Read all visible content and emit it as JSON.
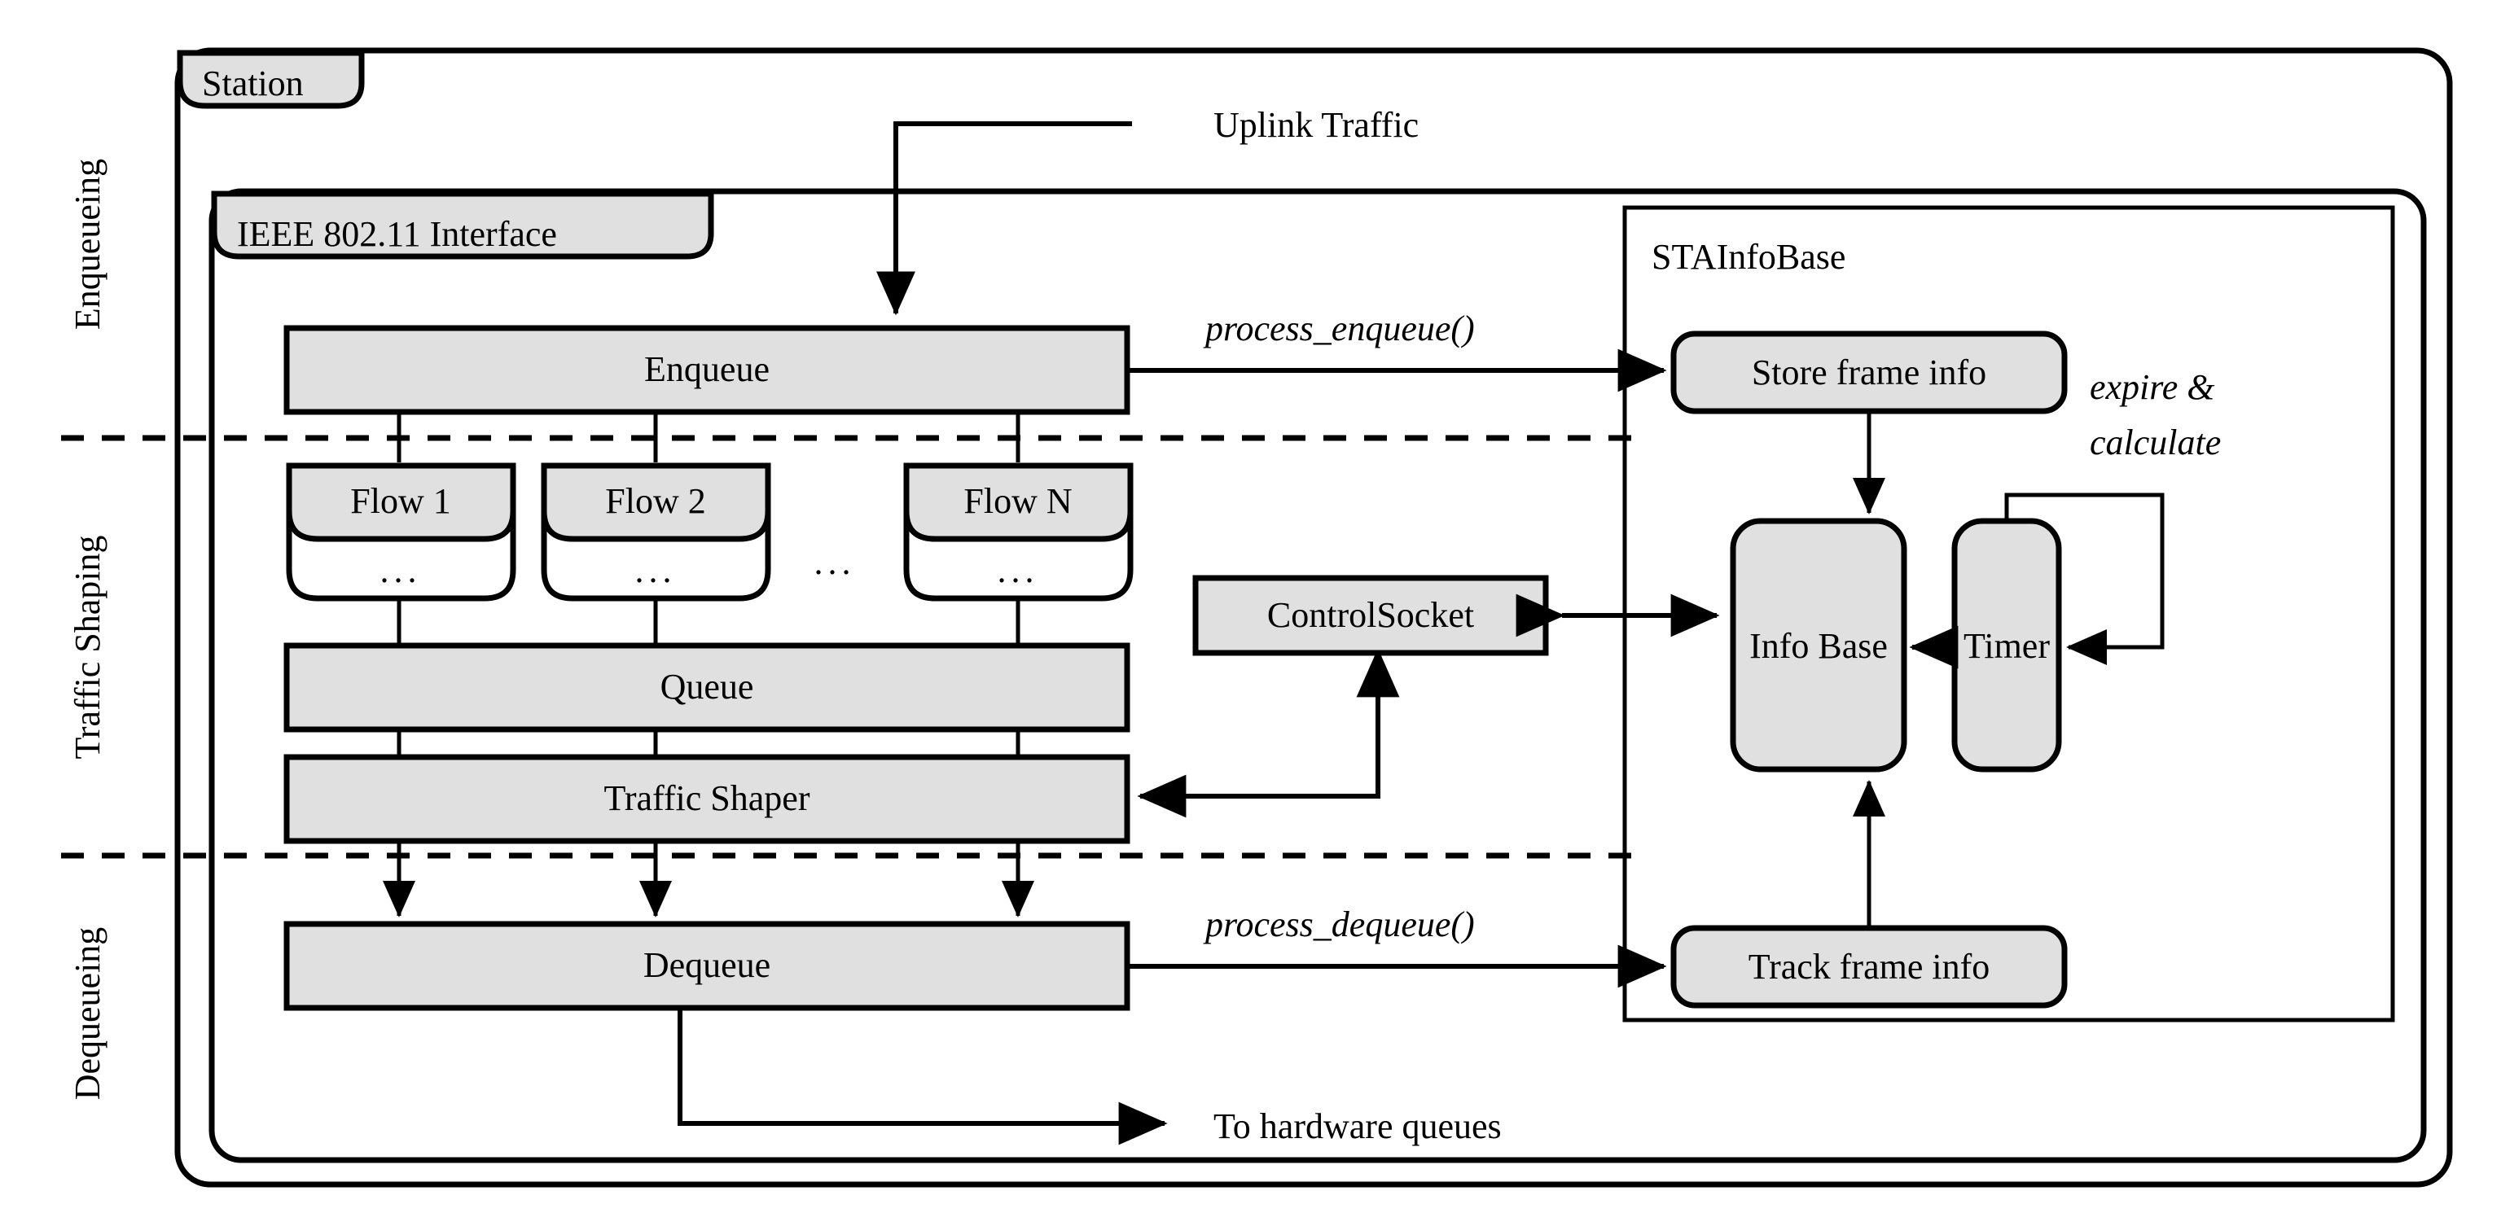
{
  "diagram": {
    "title_labels": {
      "station": "Station",
      "interface": "IEEE 802.11 Interface",
      "stainfobase": "STAInfoBase"
    },
    "stage_labels": [
      {
        "id": "enqueueing",
        "text": "Enqueueing"
      },
      {
        "id": "traffic-shaping",
        "text": "Traffic Shaping"
      },
      {
        "id": "dequeueing",
        "text": "Dequeueing"
      }
    ],
    "pipeline_blocks": [
      {
        "id": "enqueue",
        "label": "Enqueue"
      },
      {
        "id": "queue",
        "label": "Queue"
      },
      {
        "id": "traffic-shaper",
        "label": "Traffic Shaper"
      },
      {
        "id": "dequeue",
        "label": "Dequeue"
      }
    ],
    "flows": [
      {
        "id": "flow-1",
        "label": "Flow 1",
        "body": "..."
      },
      {
        "id": "flow-2",
        "label": "Flow 2",
        "body": "..."
      },
      {
        "id": "flow-n",
        "label": "Flow N",
        "body": "..."
      }
    ],
    "flow_ellipsis": "...",
    "info_blocks": [
      {
        "id": "store-frame-info",
        "label": "Store frame info"
      },
      {
        "id": "info-base",
        "label": "Info Base"
      },
      {
        "id": "timer",
        "label": "Timer"
      },
      {
        "id": "track-frame-info",
        "label": "Track frame info"
      }
    ],
    "control_socket": {
      "id": "control-socket",
      "label": "ControlSocket"
    },
    "edge_labels": [
      {
        "id": "uplink-traffic",
        "text": "Uplink Traffic",
        "style": "regular"
      },
      {
        "id": "process-enqueue",
        "text": "process_enqueue()",
        "style": "italic"
      },
      {
        "id": "process-dequeue",
        "text": "process_dequeue()",
        "style": "italic"
      },
      {
        "id": "expire-calculate-line1",
        "text": "expire &",
        "style": "italic"
      },
      {
        "id": "expire-calculate-line2",
        "text": "calculate",
        "style": "italic"
      },
      {
        "id": "to-hardware-queues",
        "text": "To hardware queues",
        "style": "regular"
      }
    ],
    "colors": {
      "block_fill": "#e0e0e0",
      "white_fill": "#ffffff",
      "stroke": "#000000",
      "background": "#ffffff"
    }
  }
}
